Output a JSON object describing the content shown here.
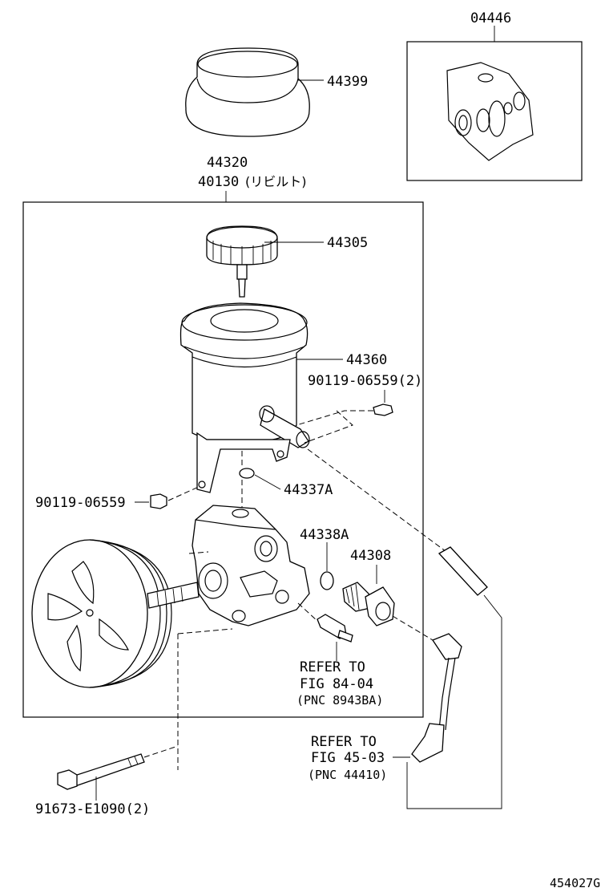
{
  "labels": {
    "kit": "04446",
    "cover": "44399",
    "assy": "44320",
    "rebuilt": "40130",
    "rebuilt_note": "(リビルト)",
    "cap": "44305",
    "reservoir": "44360",
    "bolt_right": "90119-06559(2)",
    "bolt_left": "90119-06559",
    "oring_a": "44337A",
    "oring_b": "44338A",
    "union": "44308",
    "refer1_line1": "REFER TO",
    "refer1_line2": "FIG 84-04",
    "refer1_line3": "(PNC 8943BA)",
    "refer2_line1": "REFER TO",
    "refer2_line2": "FIG 45-03",
    "refer2_line3": "(PNC 44410)",
    "long_bolt": "91673-E1090(2)",
    "figure_id": "454027G"
  }
}
